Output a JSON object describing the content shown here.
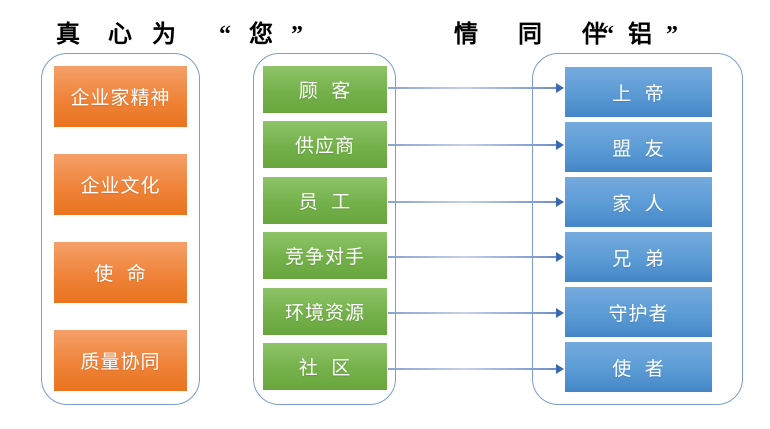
{
  "title": {
    "segments": [
      "真 心",
      "为",
      "“ 您 ”",
      "情 同 伴",
      "“ 铝 ”"
    ],
    "full_text": "真心为“您” 情同伴“铝”"
  },
  "left_panel": {
    "items": [
      "企业家精神",
      "企业文化",
      "使  命",
      "质量协同"
    ]
  },
  "middle_panel": {
    "items": [
      "顾  客",
      "供应商",
      "员  工",
      "竞争对手",
      "环境资源",
      "社  区"
    ]
  },
  "right_panel": {
    "items": [
      "上  帝",
      "盟  友",
      "家  人",
      "兄  弟",
      "守护者",
      "使  者"
    ]
  },
  "connections": [
    {
      "from": "顾客",
      "to": "上帝"
    },
    {
      "from": "供应商",
      "to": "盟友"
    },
    {
      "from": "员工",
      "to": "家人"
    },
    {
      "from": "竞争对手",
      "to": "兄弟"
    },
    {
      "from": "环境资源",
      "to": "守护者"
    },
    {
      "from": "社区",
      "to": "使者"
    }
  ],
  "colors": {
    "orange_box": "#ED7D31",
    "green_box": "#70AD47",
    "blue_box": "#5B9BD5",
    "panel_border": "#7C9DCE",
    "arrow": "#4472C4",
    "title_text": "#000000",
    "box_text": "#FFFFFF",
    "background": "#FFFFFF"
  }
}
